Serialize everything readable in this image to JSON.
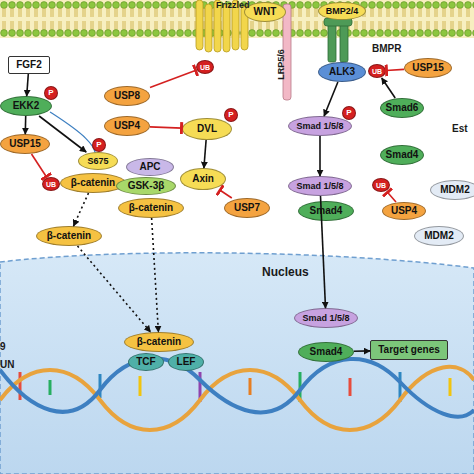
{
  "diagram": {
    "nodes": [
      {
        "text": [
          "FGF2"
        ]
      },
      {
        "text": [
          "EKK2"
        ]
      },
      {
        "text": [
          "P"
        ]
      },
      {
        "text": [
          "USP15"
        ]
      },
      {
        "text": [
          "S675"
        ]
      },
      {
        "text": [
          "P"
        ]
      },
      {
        "text": [
          "UB"
        ]
      },
      {
        "text": [
          "β-catenin"
        ]
      },
      {
        "text": [
          "β-catenin"
        ]
      },
      {
        "text": [
          "WNT"
        ]
      },
      {
        "text": [
          "UB"
        ]
      },
      {
        "text": [
          "USP8"
        ]
      },
      {
        "text": [
          "USP4"
        ]
      },
      {
        "text": [
          "DVL"
        ]
      },
      {
        "text": [
          "P"
        ]
      },
      {
        "text": [
          "APC"
        ]
      },
      {
        "text": [
          "GSK-3β"
        ]
      },
      {
        "text": [
          "Axin"
        ]
      },
      {
        "text": [
          "USP7"
        ]
      },
      {
        "text": [
          "β-catenin"
        ]
      },
      {
        "text": [
          "β-catenin"
        ]
      },
      {
        "text": [
          "TCF"
        ]
      },
      {
        "text": [
          "LEF"
        ]
      },
      {
        "text": [
          "BMP2/4"
        ]
      },
      {
        "text": [
          "ALK3"
        ]
      },
      {
        "text": [
          "UB"
        ]
      },
      {
        "text": [
          "USP15"
        ]
      },
      {
        "text": [
          "Smad6"
        ]
      },
      {
        "text": [
          "Smad 1/5/8"
        ]
      },
      {
        "text": [
          "P"
        ]
      },
      {
        "text": [
          "Smad4"
        ]
      },
      {
        "text": [
          "Smad 1/5/8"
        ]
      },
      {
        "text": [
          "Smad4"
        ]
      },
      {
        "text": [
          "UB"
        ]
      },
      {
        "text": [
          "USP4"
        ]
      },
      {
        "text": [
          "Smad 1/5/8"
        ]
      },
      {
        "text": [
          "Smad4"
        ]
      },
      {
        "text": [
          "Target genes"
        ]
      },
      {
        "text": [
          "MDM2"
        ]
      },
      {
        "text": [
          "MDM2"
        ]
      }
    ],
    "edges": [
      {
        "from": 0,
        "to": 1,
        "arrow": "to"
      },
      {
        "from": 1,
        "to": 3,
        "arrow": "to"
      },
      {
        "from": 1,
        "to": 4,
        "arrow": "to"
      },
      {
        "from": 3,
        "to": 6,
        "arrow": "to"
      },
      {
        "from": 7,
        "to": 8,
        "arrow": "to"
      },
      {
        "from": 8,
        "to": 20,
        "arrow": "to"
      },
      {
        "from": 11,
        "to": 10,
        "arrow": "to"
      },
      {
        "from": 12,
        "to": 13,
        "arrow": "to"
      },
      {
        "from": 13,
        "to": 17,
        "arrow": "to"
      },
      {
        "from": 18,
        "to": 17,
        "arrow": "to"
      },
      {
        "from": 19,
        "to": 20,
        "arrow": "to"
      },
      {
        "from": 26,
        "to": 25,
        "arrow": "to"
      },
      {
        "from": 27,
        "to": 25,
        "arrow": "to"
      },
      {
        "from": 24,
        "to": 28,
        "arrow": "to"
      },
      {
        "from": 28,
        "to": 31,
        "arrow": "to"
      },
      {
        "from": 34,
        "to": 33,
        "arrow": "to"
      },
      {
        "from": 31,
        "to": 35,
        "arrow": "to"
      },
      {
        "from": 36,
        "to": 37,
        "arrow": "to"
      }
    ],
    "labels": [
      "Frizzled",
      "LRP5/6",
      "BMPR",
      "Nucleus",
      "Est",
      "9",
      "UN"
    ]
  }
}
